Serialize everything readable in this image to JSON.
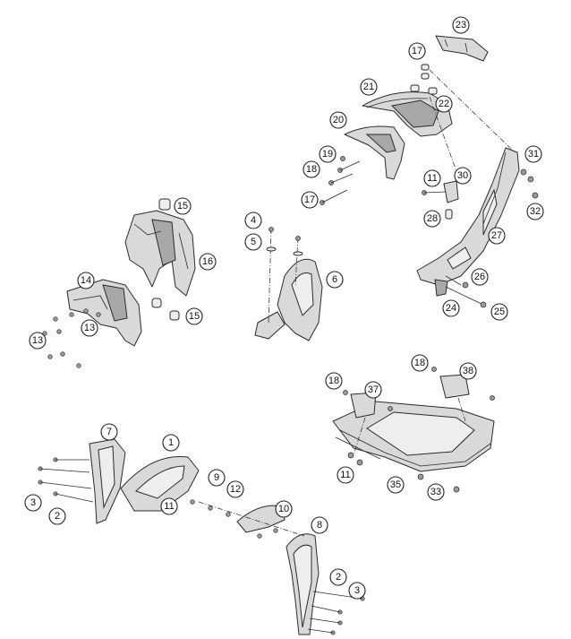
{
  "callouts": [
    "1",
    "2",
    "3",
    "4",
    "5",
    "6",
    "7",
    "8",
    "9",
    "10",
    "11",
    "12",
    "13",
    "14",
    "15",
    "16",
    "17",
    "18",
    "19",
    "20",
    "21",
    "22",
    "23",
    "24",
    "25",
    "26",
    "27",
    "28",
    "30",
    "31",
    "32",
    "33",
    "35",
    "37",
    "38"
  ]
}
